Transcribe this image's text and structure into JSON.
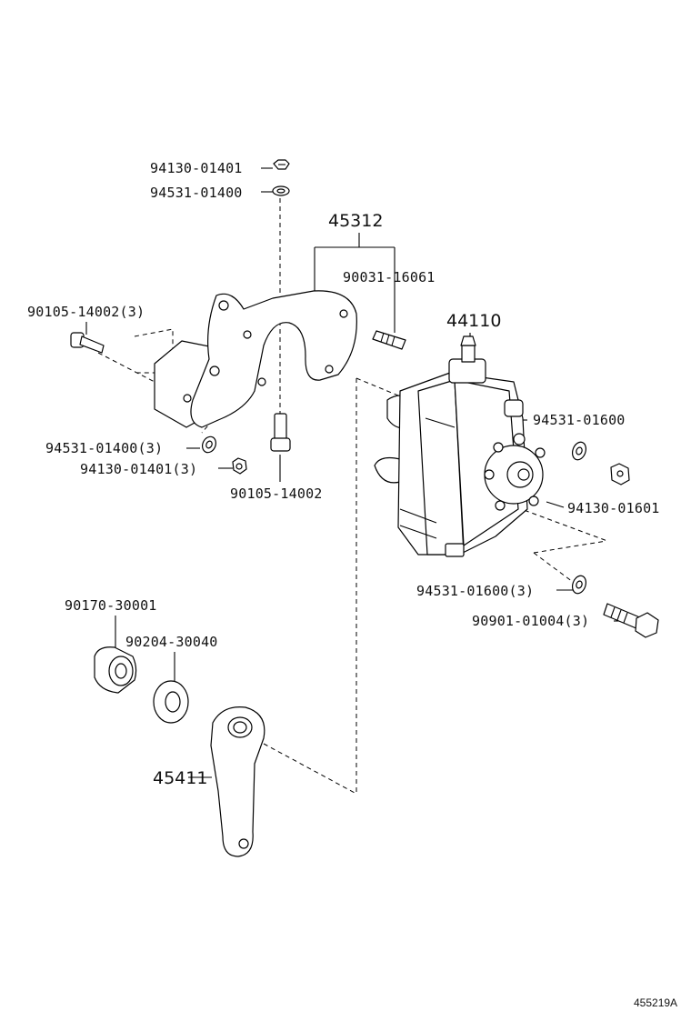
{
  "diagram": {
    "reference_id": "455219A",
    "callouts": {
      "nut_top": "94130-01401",
      "washer_top": "94531-01400",
      "bracket": "45312",
      "stud": "90031-16061",
      "bolt_left": "90105-14002(3)",
      "gear_box": "44110",
      "washer_right": "94531-01600",
      "washer_left_3": "94531-01400(3)",
      "nut_left_3": "94130-01401(3)",
      "bolt_center": "90105-14002",
      "nut_right": "94130-01601",
      "washer_lower_3": "94531-01600(3)",
      "bolt_lower_3": "90901-01004(3)",
      "nut_large": "90170-30001",
      "washer_large": "90204-30040",
      "pitman_arm": "45411"
    },
    "colors": {
      "ink": "#000000",
      "paper": "#ffffff"
    }
  }
}
